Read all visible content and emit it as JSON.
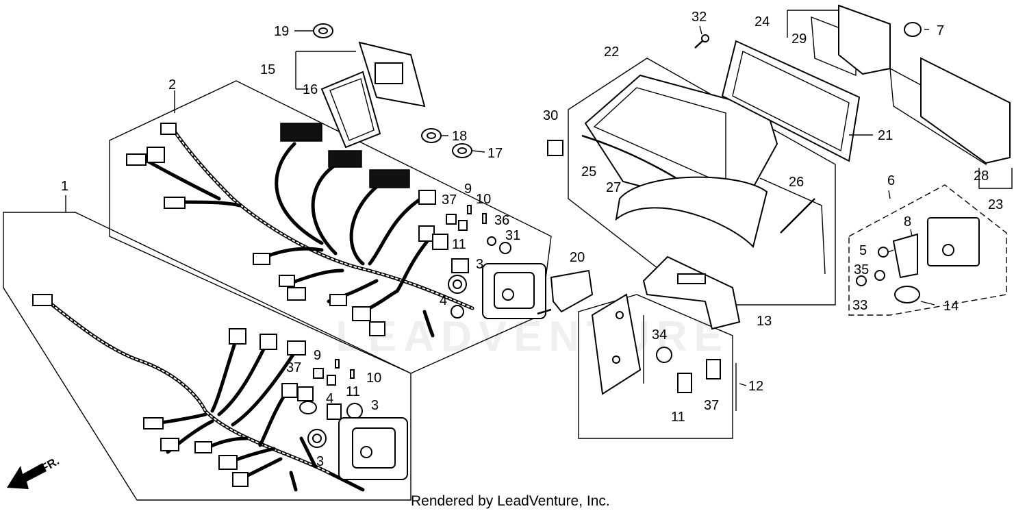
{
  "diagram": {
    "credit": "Rendered by LeadVenture, Inc.",
    "direction_label": "FR.",
    "watermark": "LEADVENTURE",
    "callouts": {
      "c1": "1",
      "c2": "2",
      "c3a": "3",
      "c3b": "3",
      "c3c": "3",
      "c4a": "4",
      "c4b": "4",
      "c5": "5",
      "c6": "6",
      "c7": "7",
      "c8": "8",
      "c9a": "9",
      "c9b": "9",
      "c10a": "10",
      "c10b": "10",
      "c11a": "11",
      "c11b": "11",
      "c11c": "11",
      "c12": "12",
      "c13": "13",
      "c14": "14",
      "c15": "15",
      "c16": "16",
      "c17": "17",
      "c18": "18",
      "c19": "19",
      "c20": "20",
      "c21": "21",
      "c22": "22",
      "c23": "23",
      "c24": "24",
      "c25": "25",
      "c26": "26",
      "c27": "27",
      "c28": "28",
      "c29": "29",
      "c30": "30",
      "c31": "31",
      "c32": "32",
      "c33": "33",
      "c34": "34",
      "c35": "35",
      "c36": "36",
      "c37a": "37",
      "c37b": "37",
      "c37c": "37"
    }
  }
}
